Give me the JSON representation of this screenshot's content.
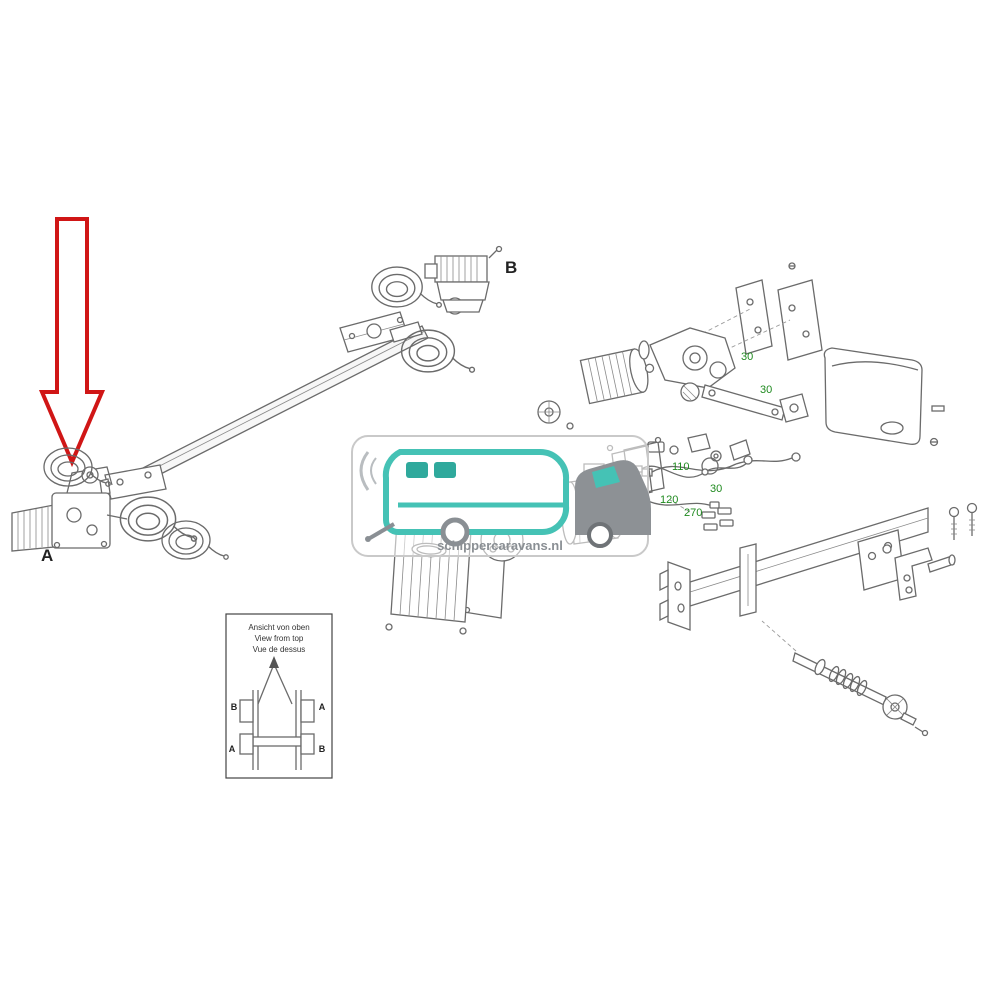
{
  "diagram": {
    "unit_a_label": "A",
    "unit_b_label": "B",
    "part_numbers": {
      "n30_top": "30",
      "n30_mid": "30",
      "n110": "110",
      "n30_low": "30",
      "n120": "120",
      "n270": "270"
    },
    "inset": {
      "title_de": "Ansicht von oben",
      "title_en": "View from top",
      "title_fr": "Vue de dessus",
      "top_left": "B",
      "top_right": "A",
      "bottom_left": "A",
      "bottom_right": "B"
    },
    "watermark": {
      "text": "schippercaravans.nl"
    },
    "colors": {
      "arrow_red": "#d01616",
      "number_green": "#1f8a1f",
      "watermark_teal": "#45c2b5",
      "watermark_gray": "#8a8f94"
    }
  }
}
